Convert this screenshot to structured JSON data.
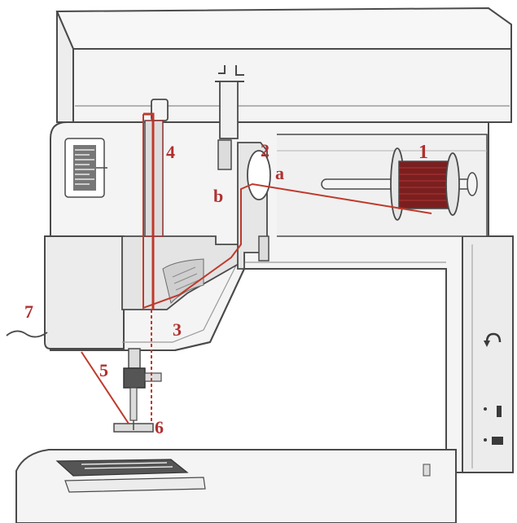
{
  "colors": {
    "thread": "#c0392b",
    "thread_dark": "#7a1f1f",
    "outline": "#4a4a4a",
    "body_fill": "#f4f4f4",
    "shade_fill": "#e4e4e4",
    "label": "#b03030"
  },
  "labels": {
    "spool_pin": "1",
    "thread_guide": "2",
    "guide_a": "a",
    "guide_b": "b",
    "take_up_lever": "3",
    "threading_channel": "4",
    "needle_guide": "5",
    "needle": "6",
    "thread_cutter": "7"
  },
  "icons": {
    "reverse": "reverse-arrow-icon",
    "needle_position": "needle-position-icon",
    "stitch_select": "stitch-select-icon"
  }
}
